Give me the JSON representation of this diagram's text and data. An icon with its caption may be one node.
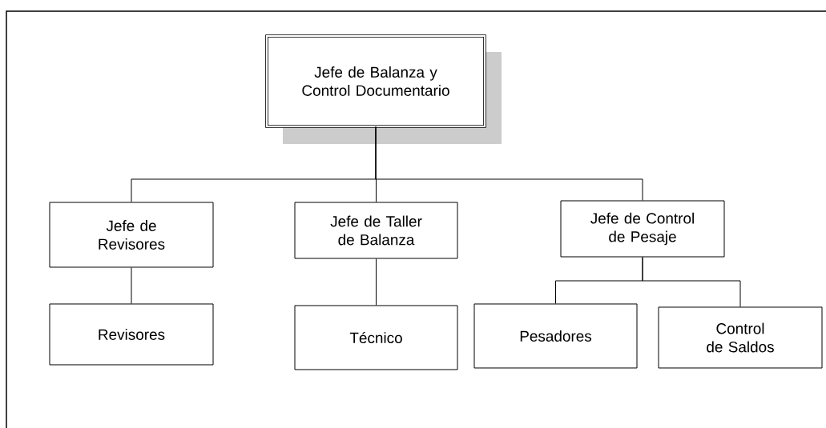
{
  "diagram": {
    "nodes": [
      {
        "text": [
          "Jefe de Balanza y Control Documentario"
        ]
      },
      {
        "text": [
          "Jefe de Revisores"
        ]
      },
      {
        "text": [
          "Jefe de Taller de Balanza"
        ]
      },
      {
        "text": [
          "Jefe de Control de Pesaje"
        ]
      },
      {
        "text": [
          "Revisores"
        ]
      },
      {
        "text": [
          "Técnico"
        ]
      },
      {
        "text": [
          "Pesadores"
        ]
      },
      {
        "text": [
          "Control de Saldos"
        ]
      }
    ],
    "edges": [
      {
        "from": 0,
        "to": 1,
        "arrow": "none"
      },
      {
        "from": 0,
        "to": 2,
        "arrow": "none"
      },
      {
        "from": 0,
        "to": 3,
        "arrow": "none"
      },
      {
        "from": 1,
        "to": 4,
        "arrow": "none"
      },
      {
        "from": 2,
        "to": 5,
        "arrow": "none"
      },
      {
        "from": 3,
        "to": 6,
        "arrow": "none"
      },
      {
        "from": 3,
        "to": 7,
        "arrow": "none"
      }
    ]
  }
}
